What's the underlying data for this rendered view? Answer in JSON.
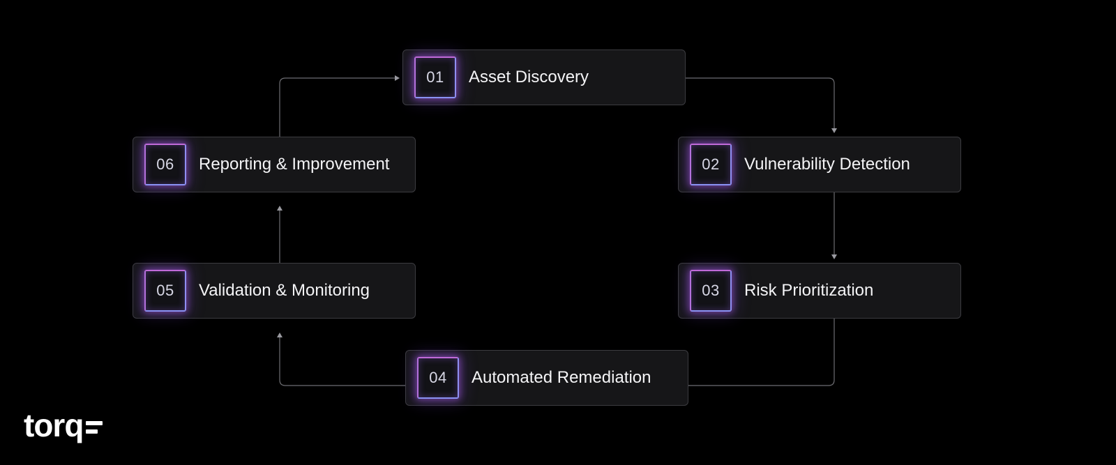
{
  "diagram": {
    "type": "cycle",
    "steps": [
      {
        "number": "01",
        "label": "Asset Discovery"
      },
      {
        "number": "02",
        "label": "Vulnerability Detection"
      },
      {
        "number": "03",
        "label": "Risk Prioritization"
      },
      {
        "number": "04",
        "label": "Automated Remediation"
      },
      {
        "number": "05",
        "label": "Validation & Monitoring"
      },
      {
        "number": "06",
        "label": "Reporting & Improvement"
      }
    ],
    "flow": [
      "01",
      "02",
      "03",
      "04",
      "05",
      "06",
      "01"
    ],
    "colors": {
      "background": "#000000",
      "card": "#161618",
      "card_border": "#3c3c40",
      "connector": "#6e6e73",
      "badge_glow_pink": "#c06ad8",
      "badge_glow_blue": "#8a92f4",
      "text": "#f4f4f6"
    }
  },
  "brand": {
    "logo_text": "torq",
    "logo_icon": "equals-bars-icon"
  }
}
